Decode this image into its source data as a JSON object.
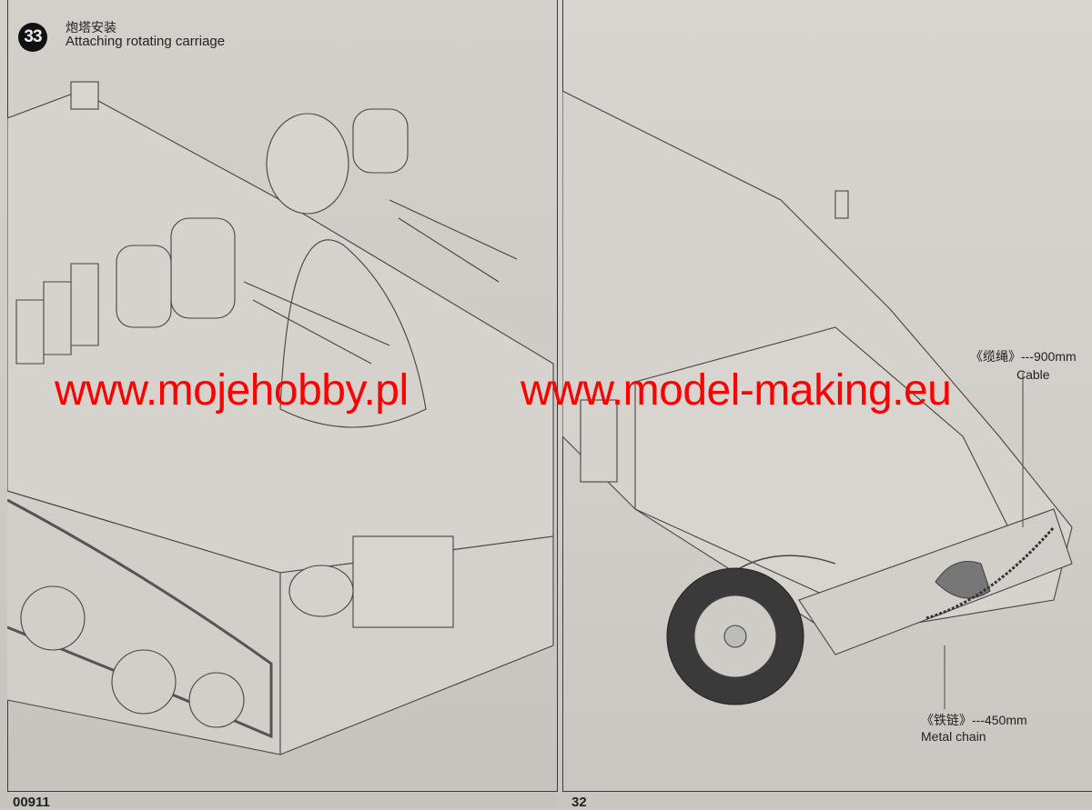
{
  "left_page": {
    "step_number": "33",
    "title_cn": "炮塔安装",
    "title_en": "Attaching rotating carriage",
    "page_code": "00911"
  },
  "right_page": {
    "page_number": "32",
    "callouts": [
      {
        "name_cn": "《缆绳》",
        "length": "---900mm",
        "name_en": "Cable"
      },
      {
        "name_cn": "《铁链》",
        "length": "---450mm",
        "name_en": "Metal chain"
      }
    ]
  },
  "watermarks": [
    "www.mojehobby.pl",
    "www.model-making.eu"
  ]
}
